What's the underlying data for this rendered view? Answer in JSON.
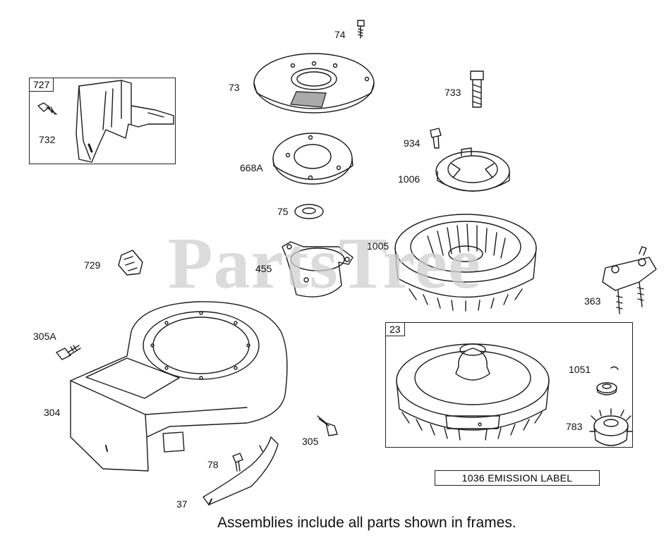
{
  "watermark": "PartsTree",
  "frames": {
    "frame_727": "727",
    "frame_23": "23"
  },
  "callouts": {
    "p74": "74",
    "p73": "73",
    "p733": "733",
    "p727": "727",
    "p732": "732",
    "p934": "934",
    "p668a": "668A",
    "p1006": "1006",
    "p75": "75",
    "p1005": "1005",
    "p729": "729",
    "p455": "455",
    "p363": "363",
    "p305a": "305A",
    "p23": "23",
    "p1051": "1051",
    "p304": "304",
    "p305": "305",
    "p783": "783",
    "p78": "78",
    "p37": "37"
  },
  "emission_label": "1036 EMISSION LABEL",
  "footer_note": "Assemblies include all parts shown in frames."
}
